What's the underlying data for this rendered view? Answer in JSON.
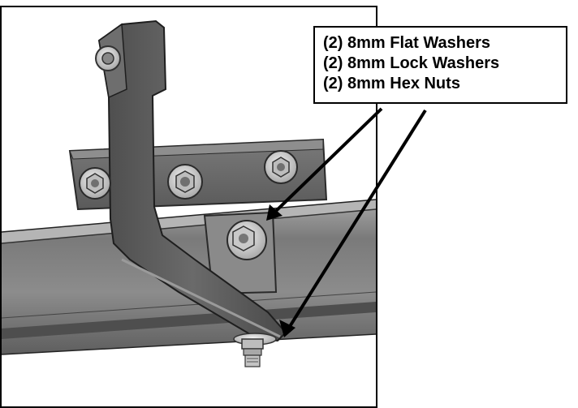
{
  "callout": {
    "lines": [
      "(2) 8mm Flat Washers",
      "(2) 8mm Lock Washers",
      "(2) 8mm Hex Nuts"
    ]
  },
  "colors": {
    "frame": "#000000",
    "rail": "#6f6f6f",
    "rail_light": "#9a9a9a",
    "bracket": "#5a5a5a",
    "bracket_dark": "#3c3c3c",
    "washer": "#d9d9d9",
    "arrow": "#000000"
  },
  "hardware": {
    "washer_icon": "washer-icon",
    "nut_icon": "hex-nut-icon"
  }
}
